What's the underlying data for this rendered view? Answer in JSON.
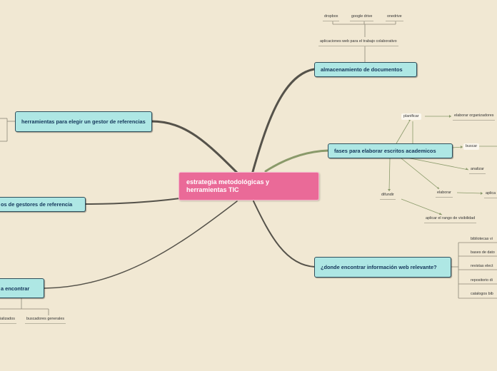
{
  "central": {
    "label": "estrategia metodológicas y herramientas TIC"
  },
  "nodes": {
    "almacenamiento": "almacenamiento de documentos",
    "fases": "fases para elaborar escritos academicos",
    "donde": "¿donde encontrar información web relevante?",
    "herramientas": "herramientas para elegir un gestor de referencias",
    "gestores": "os de gestores de referencia",
    "encontrar": "a encontrar"
  },
  "leaves": {
    "dropbox": "dropbox",
    "google_drive": "google drive",
    "onedrive": "onedrive",
    "aplicaciones_web": "aplicaciones web para el trabajo colaborativo",
    "planificar": "planificar",
    "elaborar_organizadores": "elaborar organizadores",
    "buscar": "buscar",
    "analizar": "analizar",
    "elaborar": "elaborar",
    "aplica": "aplica",
    "difundir": "difundir",
    "aplicar_rango": "aplicar el rango de visibilidad",
    "bibliotecas": "bibliotecas vi",
    "bases": "bases de dato",
    "revistas": "revistas elect",
    "repositorio": "repositorio di",
    "catalogos": "catalogos bib",
    "especializados": "ializados",
    "buscadores_generales": "buscadores generales"
  },
  "colors": {
    "background": "#f1e8d3",
    "central": "#ea6a98",
    "node": "#aee7e4",
    "branch_dark": "#55524a",
    "branch_green": "#8a9a6a"
  }
}
